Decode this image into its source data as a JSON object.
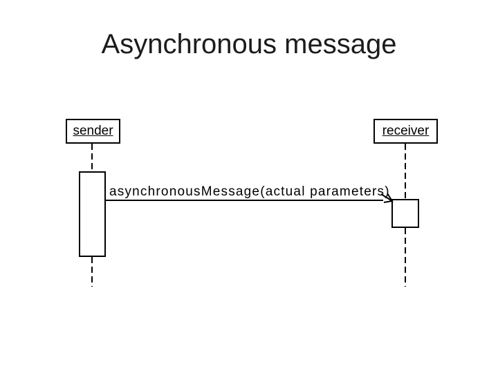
{
  "slide": {
    "title": "Asynchronous message",
    "background_color": "#ffffff",
    "title_color": "#1c1c1c"
  },
  "diagram": {
    "type": "uml-sequence-diagram",
    "line_color": "#000000",
    "sender": {
      "label": "sender"
    },
    "receiver": {
      "label": "receiver"
    },
    "message": {
      "label": "asynchronousMessage(actual parameters)",
      "arrowhead": "open",
      "direction": "sender-to-receiver"
    }
  }
}
